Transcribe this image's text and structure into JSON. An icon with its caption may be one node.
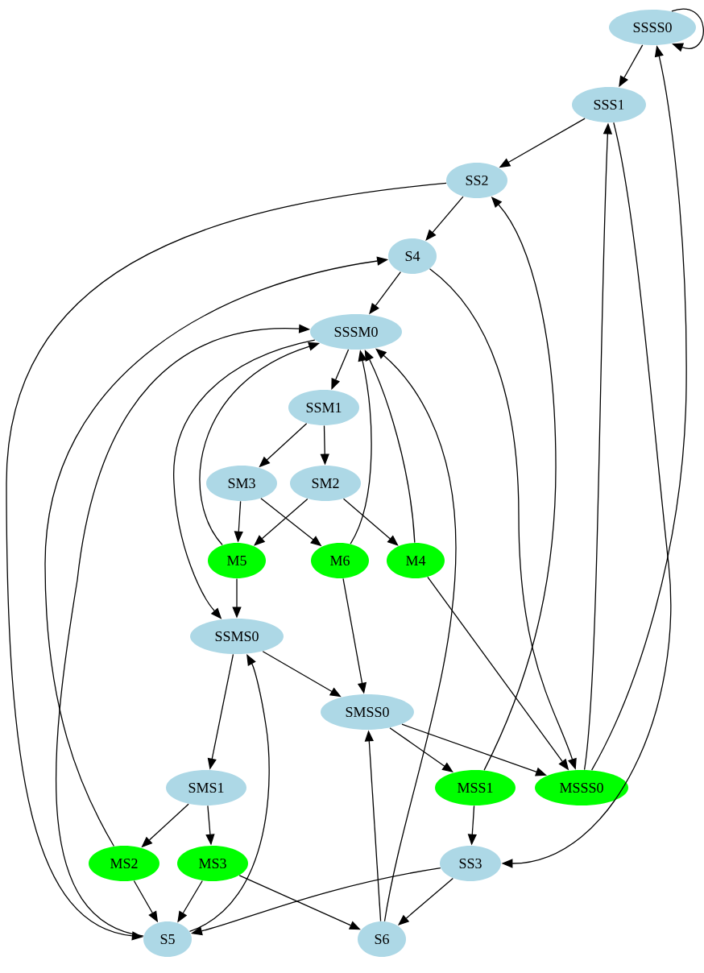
{
  "diagram": {
    "nodes": [
      {
        "text": [
          "SSSS0"
        ]
      },
      {
        "text": [
          "SSS1"
        ]
      },
      {
        "text": [
          "SS2"
        ]
      },
      {
        "text": [
          "S4"
        ]
      },
      {
        "text": [
          "SSSM0"
        ]
      },
      {
        "text": [
          "SSM1"
        ]
      },
      {
        "text": [
          "SM3"
        ]
      },
      {
        "text": [
          "SM2"
        ]
      },
      {
        "text": [
          "M5"
        ]
      },
      {
        "text": [
          "M6"
        ]
      },
      {
        "text": [
          "M4"
        ]
      },
      {
        "text": [
          "SSMS0"
        ]
      },
      {
        "text": [
          "SMSS0"
        ]
      },
      {
        "text": [
          "SMS1"
        ]
      },
      {
        "text": [
          "MSS1"
        ]
      },
      {
        "text": [
          "MSSS0"
        ]
      },
      {
        "text": [
          "MS2"
        ]
      },
      {
        "text": [
          "MS3"
        ]
      },
      {
        "text": [
          "SS3"
        ]
      },
      {
        "text": [
          "S5"
        ]
      },
      {
        "text": [
          "S6"
        ]
      }
    ],
    "edges": [
      {
        "from": 0,
        "to": 0,
        "arrow": "to"
      },
      {
        "from": 0,
        "to": 1,
        "arrow": "to"
      },
      {
        "from": 1,
        "to": 2,
        "arrow": "to"
      },
      {
        "from": 1,
        "to": 18,
        "arrow": "to"
      },
      {
        "from": 2,
        "to": 3,
        "arrow": "to"
      },
      {
        "from": 2,
        "to": 19,
        "arrow": "to"
      },
      {
        "from": 3,
        "to": 4,
        "arrow": "to"
      },
      {
        "from": 3,
        "to": 15,
        "arrow": "to"
      },
      {
        "from": 4,
        "to": 5,
        "arrow": "to"
      },
      {
        "from": 4,
        "to": 11,
        "arrow": "to"
      },
      {
        "from": 5,
        "to": 6,
        "arrow": "to"
      },
      {
        "from": 5,
        "to": 7,
        "arrow": "to"
      },
      {
        "from": 6,
        "to": 8,
        "arrow": "to"
      },
      {
        "from": 6,
        "to": 9,
        "arrow": "to"
      },
      {
        "from": 7,
        "to": 8,
        "arrow": "to"
      },
      {
        "from": 7,
        "to": 10,
        "arrow": "to"
      },
      {
        "from": 8,
        "to": 11,
        "arrow": "to"
      },
      {
        "from": 8,
        "to": 4,
        "arrow": "to"
      },
      {
        "from": 9,
        "to": 4,
        "arrow": "to"
      },
      {
        "from": 9,
        "to": 12,
        "arrow": "to"
      },
      {
        "from": 10,
        "to": 4,
        "arrow": "to"
      },
      {
        "from": 10,
        "to": 15,
        "arrow": "to"
      },
      {
        "from": 11,
        "to": 13,
        "arrow": "to"
      },
      {
        "from": 11,
        "to": 12,
        "arrow": "to"
      },
      {
        "from": 12,
        "to": 14,
        "arrow": "to"
      },
      {
        "from": 12,
        "to": 15,
        "arrow": "to"
      },
      {
        "from": 13,
        "to": 16,
        "arrow": "to"
      },
      {
        "from": 13,
        "to": 17,
        "arrow": "to"
      },
      {
        "from": 14,
        "to": 18,
        "arrow": "to"
      },
      {
        "from": 14,
        "to": 2,
        "arrow": "to"
      },
      {
        "from": 15,
        "to": 1,
        "arrow": "to"
      },
      {
        "from": 15,
        "to": 0,
        "arrow": "to"
      },
      {
        "from": 16,
        "to": 19,
        "arrow": "to"
      },
      {
        "from": 16,
        "to": 3,
        "arrow": "to"
      },
      {
        "from": 17,
        "to": 19,
        "arrow": "to"
      },
      {
        "from": 17,
        "to": 20,
        "arrow": "to"
      },
      {
        "from": 18,
        "to": 19,
        "arrow": "to"
      },
      {
        "from": 18,
        "to": 20,
        "arrow": "to"
      },
      {
        "from": 19,
        "to": 11,
        "arrow": "to"
      },
      {
        "from": 19,
        "to": 4,
        "arrow": "to"
      },
      {
        "from": 20,
        "to": 12,
        "arrow": "to"
      },
      {
        "from": 20,
        "to": 4,
        "arrow": "to"
      }
    ]
  }
}
